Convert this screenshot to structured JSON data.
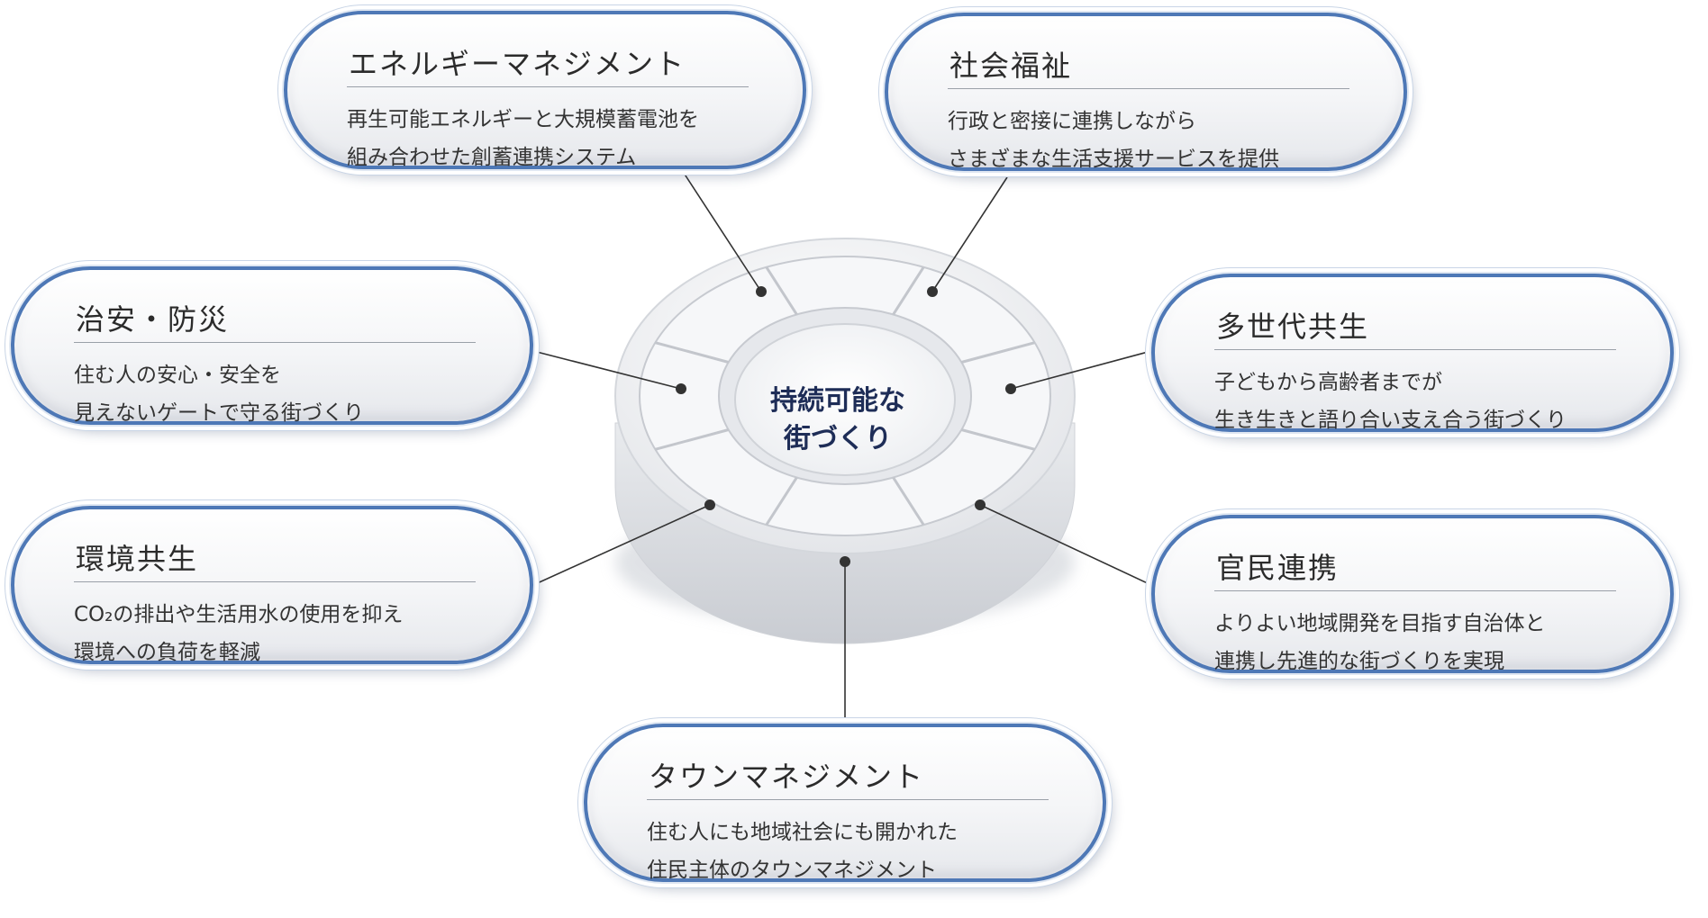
{
  "center": {
    "line1": "持続可能な",
    "line2": "街づくり"
  },
  "cards": [
    {
      "id": "energy",
      "title": "エネルギーマネジメント",
      "line1": "再生可能エネルギーと大規模蓄電池を",
      "line2": "組み合わせた創蓄連携システム"
    },
    {
      "id": "welfare",
      "title": "社会福祉",
      "line1": "行政と密接に連携しながら",
      "line2": "さまざまな生活支援サービスを提供"
    },
    {
      "id": "safety",
      "title": "治安・防災",
      "line1": "住む人の安心・安全を",
      "line2": "見えないゲートで守る街づくり"
    },
    {
      "id": "generations",
      "title": "多世代共生",
      "line1": "子どもから高齢者までが",
      "line2": "生き生きと語り合い支え合う街づくり"
    },
    {
      "id": "environment",
      "title": "環境共生",
      "line1": "CO₂の排出や生活用水の使用を抑え",
      "line2": "環境への負荷を軽減"
    },
    {
      "id": "public_private",
      "title": "官民連携",
      "line1": "よりよい地域開発を目指す自治体と",
      "line2": "連携し先進的な街づくりを実現"
    },
    {
      "id": "town_mgmt",
      "title": "タウンマネジメント",
      "line1": "住む人にも地域社会にも開かれた",
      "line2": "住民主体のタウンマネジメント"
    }
  ],
  "colors": {
    "card_border": "#4e78b6",
    "center_text": "#1e2d57",
    "connector": "#333333"
  }
}
